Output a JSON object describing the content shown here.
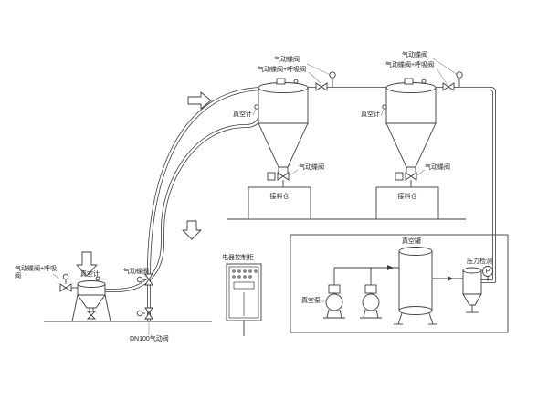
{
  "canvas": {
    "background": "#ffffff",
    "line_color": "#3c3c3c"
  },
  "labels": {
    "cyclone1": {
      "valve_top": "气动蝶阀",
      "valve_breather": "气动蝶阀+呼吸阀",
      "vacuum_gauge": "真空计",
      "discharge_valve": "气动蝶阀",
      "bin": "接料仓"
    },
    "cyclone2": {
      "valve_top": "气动蝶阀",
      "valve_breather": "气动蝶阀+呼吸阀",
      "vacuum_gauge": "真空计",
      "discharge_valve": "气动蝶阀",
      "bin": "接料仓"
    },
    "feeder": {
      "valve_breather": "气动蝶阀+呼吸阀",
      "vacuum_gauge": "真空计",
      "valve": "气动蝶阀",
      "dn100_valve": "DN100气动阀"
    },
    "cabinet": {
      "label": "电器控制柜"
    },
    "skid": {
      "vacuum_pump": "真空泵",
      "vacuum_tank": "真空罐",
      "pressure_detection": "压力检测",
      "gauge_letter": "P"
    }
  }
}
